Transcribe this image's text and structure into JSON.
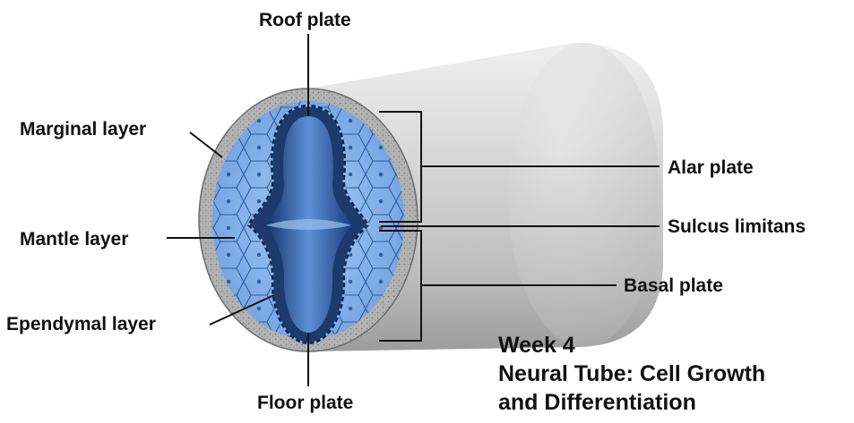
{
  "labels": {
    "roof_plate": "Roof plate",
    "floor_plate": "Floor plate",
    "marginal_layer": "Marginal layer",
    "mantle_layer": "Mantle layer",
    "ependymal_layer": "Ependymal layer",
    "alar_plate": "Alar plate",
    "sulcus_limitans": "Sulcus limitans",
    "basal_plate": "Basal plate"
  },
  "caption": {
    "line1": "Week 4",
    "line2": "Neural Tube: Cell Growth",
    "line3": "and Differentiation"
  },
  "colors": {
    "tube_body": "#d8d8d8",
    "marginal": "#a9a9a9",
    "mantle": "#86b6ee",
    "cell_lines": "#2d5a9a",
    "lumen": "#1f4f9a",
    "ependymal": "#18345e"
  }
}
